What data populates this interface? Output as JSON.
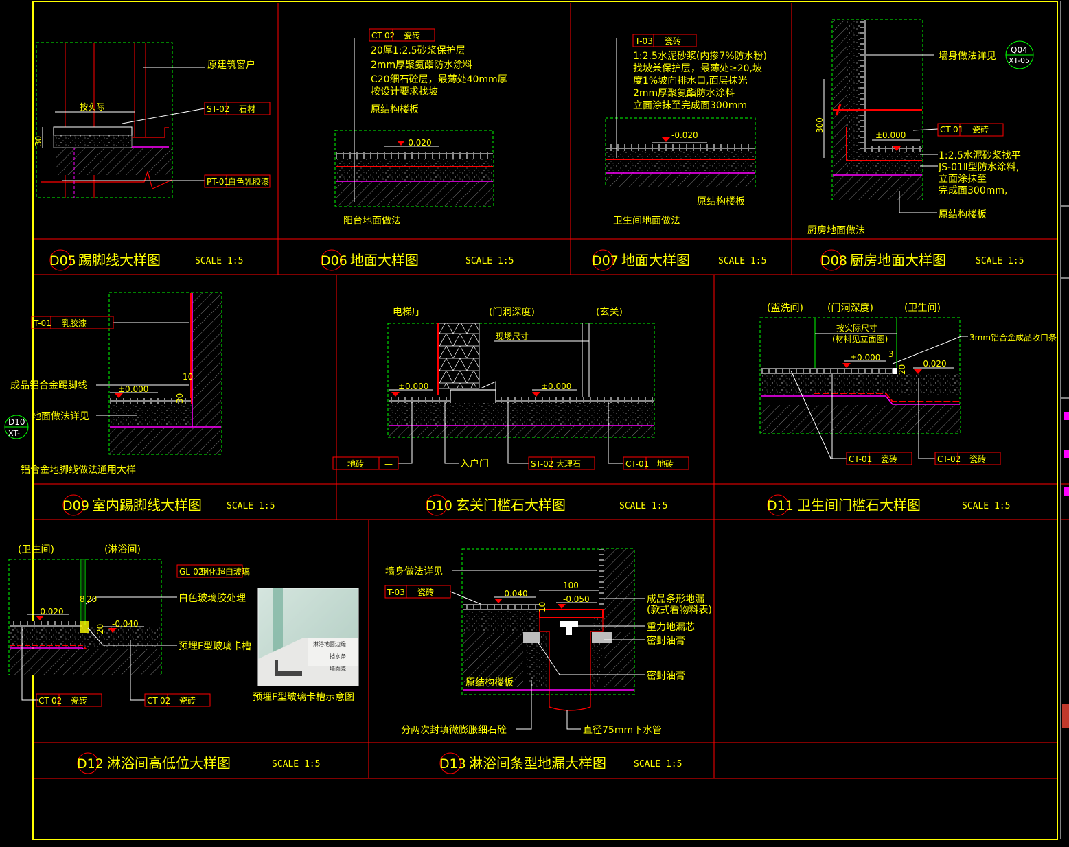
{
  "panels": {
    "d05": {
      "code": "D05",
      "title": "踢脚线大样图",
      "scale": "SCALE 1:5",
      "labels": {
        "window": "原建筑窗户",
        "by_actual": "按实际",
        "st_code": "ST-02",
        "st_name": "石材",
        "pt_code": "PT-01",
        "pt_name": "白色乳胶漆",
        "dim": "30"
      }
    },
    "d06": {
      "code": "D06",
      "title": "地面大样图",
      "scale": "SCALE 1:5",
      "labels": {
        "ct_code": "CT-02",
        "ct_name": "瓷砖",
        "l1": "20厚1:2.5砂浆保护层",
        "l2": "2mm厚聚氨酯防水涂料",
        "l3": "C20细石砼层，最薄处40mm厚",
        "l4": "按设计要求找坡",
        "l5": "原结构楼板",
        "level": "-0.020",
        "caption": "阳台地面做法"
      }
    },
    "d07": {
      "code": "D07",
      "title": "地面大样图",
      "scale": "SCALE 1:5",
      "labels": {
        "t_code": "T-03",
        "t_name": "瓷砖",
        "l1": "1:2.5水泥砂浆(内掺7%防水粉)",
        "l2": "找坡兼保护层，最薄处≥20,坡",
        "l3": "度1%坡向排水口,面层抹光",
        "l4": "2mm厚聚氨酯防水涂料",
        "l5": "立面涂抹至完成面300mm",
        "level": "-0.020",
        "slab": "原结构楼板",
        "caption": "卫生间地面做法"
      }
    },
    "d08": {
      "code": "D08",
      "title": "厨房地面大样图",
      "scale": "SCALE 1:5",
      "labels": {
        "wall": "墙身做法详见",
        "ref_top": "Q04",
        "ref_bottom": "XT-05",
        "dim": "300",
        "level": "±0.000",
        "ct_code": "CT-01",
        "ct_name": "瓷砖",
        "l1": "1:2.5水泥砂浆找平",
        "l2": "JS-01Ⅱ型防水涂料,",
        "l3": "立面涂抹至",
        "l4": "完成面300mm,",
        "slab": "原结构楼板",
        "caption": "厨房地面做法"
      }
    },
    "d09": {
      "code": "D09",
      "title": "室内踢脚线大样图",
      "scale": "SCALE 1:5",
      "labels": {
        "t_code": "T-01",
        "t_name": "乳胶漆",
        "skirting": "成品铝合金踢脚线",
        "floor": "地面做法详见",
        "level": "±0.000",
        "d10": "10",
        "d30": "30",
        "ref_top": "D10",
        "ref_bottom": "XT-",
        "caption": "铝合金地脚线做法通用大样"
      }
    },
    "d10": {
      "code": "D10",
      "title": "玄关门槛石大样图",
      "scale": "SCALE 1:5",
      "labels": {
        "lobby": "电梯厅",
        "depth": "(门洞深度)",
        "foyer": "(玄关)",
        "site": "现场尺寸",
        "lv1": "±0.000",
        "lv2": "±0.000",
        "tile1": "地砖",
        "tile1_code": "—",
        "door": "入户门",
        "st_code": "ST-02",
        "st_name": "大理石",
        "ct_code": "CT-01",
        "ct_name": "地砖"
      }
    },
    "d11": {
      "code": "D11",
      "title": "卫生间门槛石大样图",
      "scale": "SCALE 1:5",
      "labels": {
        "wash": "(盥洗间)",
        "depth": "(门洞深度)",
        "wc": "(卫生间)",
        "actual": "按实际尺寸",
        "material": "(材料见立面图)",
        "strip": "3mm铝合金成品收口条",
        "lv1": "±0.000",
        "lv2": "-0.020",
        "d3": "3",
        "d20": "20",
        "ct1_code": "CT-01",
        "ct1_name": "瓷砖",
        "ct2_code": "CT-02",
        "ct2_name": "瓷砖"
      }
    },
    "d12": {
      "code": "D12",
      "title": "淋浴间高低位大样图",
      "scale": "SCALE 1:5",
      "labels": {
        "wc": "(卫生间)",
        "shower": "(淋浴间)",
        "gl_code": "GL-02",
        "gl_name": "钢化超白玻璃",
        "glue": "白色玻璃胶处理",
        "groove": "预埋F型玻璃卡槽",
        "lv1": "-0.020",
        "lv2": "-0.040",
        "d8": "8",
        "d20a": "20",
        "d20b": "20",
        "ct1_code": "CT-02",
        "ct1_name": "瓷砖",
        "ct2_code": "CT-02",
        "ct2_name": "瓷砖",
        "photo_caption": "预埋F型玻璃卡槽示意图",
        "photo_l1": "淋浴地面边缘",
        "photo_l2": "挡水条",
        "photo_l3": "墙面瓷"
      }
    },
    "d13": {
      "code": "D13",
      "title": "淋浴间条型地漏大样图",
      "scale": "SCALE 1:5",
      "labels": {
        "wall": "墙身做法详见",
        "t_code": "T-03",
        "t_name": "瓷砖",
        "lv1": "-0.040",
        "lv2": "-0.050",
        "dim100": "100",
        "d10": "10",
        "drain1": "成品条形地漏",
        "drain2": "(款式看物料表)",
        "core": "重力地漏芯",
        "seal1": "密封油膏",
        "seal2": "密封油膏",
        "slab": "原结构楼板",
        "fill": "分两次封填微膨胀细石砼",
        "pipe": "直径75mm下水管"
      }
    }
  },
  "colors": {
    "frame": "#ffff00",
    "grid": "#ff0000",
    "dashed": "#00ff00",
    "membrane": "#ff00ff",
    "text": "#ffff00"
  }
}
